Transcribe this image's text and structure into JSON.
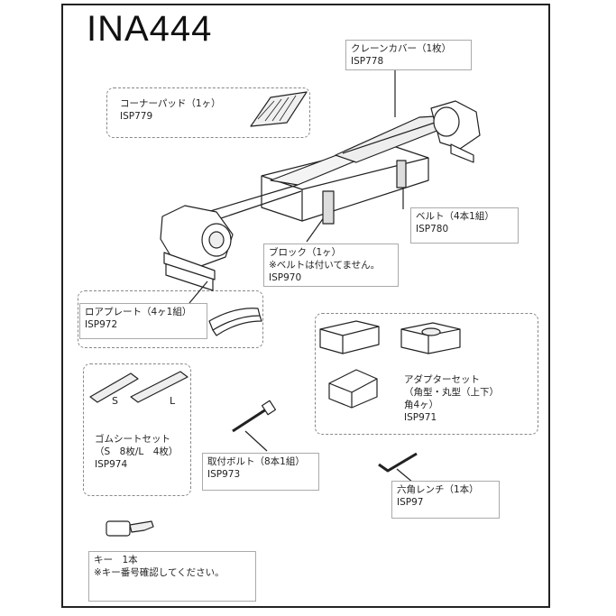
{
  "title": "INA444",
  "parts": {
    "crane_cover": {
      "name": "クレーンカバー（1枚）",
      "code": "ISP778"
    },
    "corner_pad": {
      "name": "コーナーパッド（1ヶ）",
      "code": "ISP779"
    },
    "belt": {
      "name": "ベルト（4本1組）",
      "code": "ISP780"
    },
    "block": {
      "name": "ブロック（1ヶ）",
      "note": "※ベルトは付いてません。",
      "code": "ISP970"
    },
    "roa_plate": {
      "name": "ロアプレート（4ヶ1組）",
      "code": "ISP972"
    },
    "adapter": {
      "name": "アダプターセット",
      "detail": "（角型・丸型（上下）",
      "count": "角4ヶ）",
      "code": "ISP971"
    },
    "rubber_sheet": {
      "name": "ゴムシートセット",
      "detail": "（S　8枚/L　4枚）",
      "code": "ISP974",
      "size_s": "S",
      "size_l": "L"
    },
    "bolt": {
      "name": "取付ボルト（8本1組）",
      "code": "ISP973"
    },
    "wrench": {
      "name": "六角レンチ（1本）",
      "code": "ISP97"
    },
    "key": {
      "name": "キー　1本",
      "note": "※キー番号確認してください。"
    }
  }
}
